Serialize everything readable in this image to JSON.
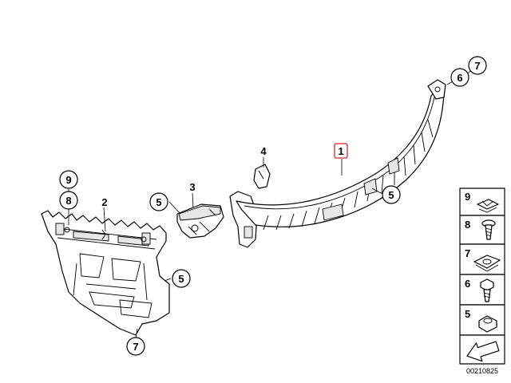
{
  "diagram": {
    "callouts": {
      "c1": "1",
      "c2": "2",
      "c3": "3",
      "c4": "4",
      "c5a": "5",
      "c5b": "5",
      "c5c": "5",
      "c6": "6",
      "c7a": "7",
      "c7b": "7",
      "c8": "8",
      "c9": "9"
    },
    "highlighted_callout": "1",
    "highlight_color": "#d2232a",
    "legend": [
      {
        "number": "9",
        "icon": "spring-nut-icon"
      },
      {
        "number": "8",
        "icon": "screw-icon"
      },
      {
        "number": "7",
        "icon": "clip-nut-icon"
      },
      {
        "number": "6",
        "icon": "hex-bolt-icon"
      },
      {
        "number": "5",
        "icon": "hex-nut-icon"
      }
    ],
    "arrow_icon": "direction-arrow-icon",
    "diagram_code": "00210825"
  }
}
